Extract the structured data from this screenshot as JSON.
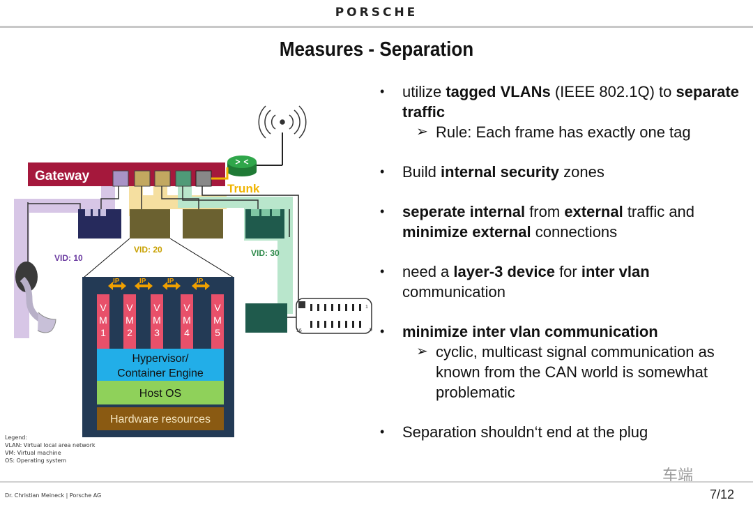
{
  "header": {
    "brand": "PORSCHE",
    "title": "Measures - Separation"
  },
  "bullets": [
    {
      "parts": [
        {
          "t": "utilize ",
          "b": false
        },
        {
          "t": "tagged VLANs",
          "b": true
        },
        {
          "t": " (IEEE 802.1Q) to ",
          "b": false
        },
        {
          "t": "separate traffic",
          "b": true
        }
      ],
      "sub": [
        "Rule: Each frame has exactly one tag"
      ]
    },
    {
      "parts": [
        {
          "t": "Build ",
          "b": false
        },
        {
          "t": "internal security",
          "b": true
        },
        {
          "t": " zones",
          "b": false
        }
      ]
    },
    {
      "parts": [
        {
          "t": "seperate internal",
          "b": true
        },
        {
          "t": " from ",
          "b": false
        },
        {
          "t": "external",
          "b": true
        },
        {
          "t": " traffic and ",
          "b": false
        },
        {
          "t": "minimize external",
          "b": true
        },
        {
          "t": " connections",
          "b": false
        }
      ]
    },
    {
      "parts": [
        {
          "t": "need a ",
          "b": false
        },
        {
          "t": "layer-3 device",
          "b": true
        },
        {
          "t": " for ",
          "b": false
        },
        {
          "t": "inter vlan",
          "b": true
        },
        {
          "t": " communication",
          "b": false
        }
      ]
    },
    {
      "parts": [
        {
          "t": "minimize inter vlan communication",
          "b": true
        }
      ],
      "sub": [
        "cyclic, multicast signal communication as known from the CAN world is somewhat problematic"
      ]
    },
    {
      "parts": [
        {
          "t": "Separation shouldn‘t end at the plug",
          "b": false
        }
      ]
    }
  ],
  "diagram": {
    "gateway_label": "Gateway",
    "trunk_label": "Trunk",
    "vid_labels": [
      "VID: 10",
      "VID: 20",
      "VID: 30"
    ],
    "ip_labels": [
      "IP",
      "IP",
      "IP",
      "IP"
    ],
    "vm_labels": [
      "VM1",
      "VM2",
      "VM3",
      "VM4",
      "VM5"
    ],
    "hypervisor_label_1": "Hypervisor/",
    "hypervisor_label_2": "Container Engine",
    "hostos_label": "Host OS",
    "hardware_label": "Hardware resources",
    "connector_pins": [
      "1",
      "9",
      "16"
    ],
    "colors": {
      "gateway": "#a5183c",
      "vlan10": "#d7c6e6",
      "vlan20": "#f5dfa0",
      "vlan30": "#b9e6cc",
      "vm": "#e8506a",
      "hypervisor": "#22aee8",
      "hostos": "#8fd15a",
      "hardware": "#8a5a12",
      "host_bg": "#233a55",
      "router": "#2fa64a",
      "trunk_text": "#f0b400"
    }
  },
  "legend": {
    "title": "Legend:",
    "items": [
      "VLAN: Virtual local area network",
      "VM: Virtual machine",
      "OS: Operating system"
    ]
  },
  "footer": {
    "author": "Dr. Christian Meineck | Porsche AG",
    "page": "7/12",
    "watermark": "车端"
  }
}
